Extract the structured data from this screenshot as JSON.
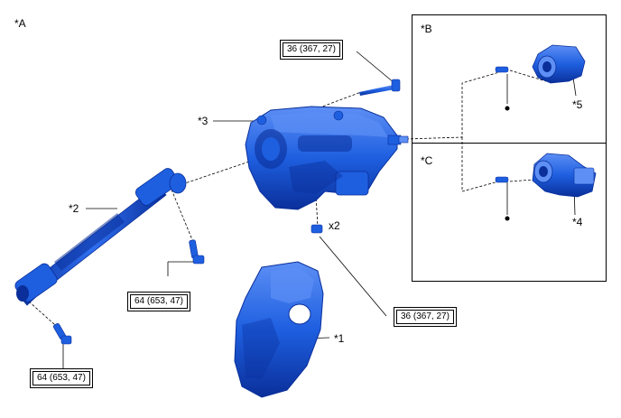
{
  "view_label": "*A",
  "panels": {
    "b": {
      "label": "*B",
      "part_label": "*5"
    },
    "c": {
      "label": "*C",
      "part_label": "*4"
    }
  },
  "parts": {
    "p1": "*1",
    "p2": "*2",
    "p3": "*3",
    "qty": "x2"
  },
  "torques": {
    "t1": "36 (367, 27)",
    "t2": "36 (367, 27)",
    "t3": "64 (653, 47)",
    "t4": "64 (653, 47)"
  },
  "colors": {
    "part_fill": "#1e5fe0",
    "part_dark": "#0a2f9a",
    "part_light": "#5d8ff5",
    "line": "#000000"
  }
}
